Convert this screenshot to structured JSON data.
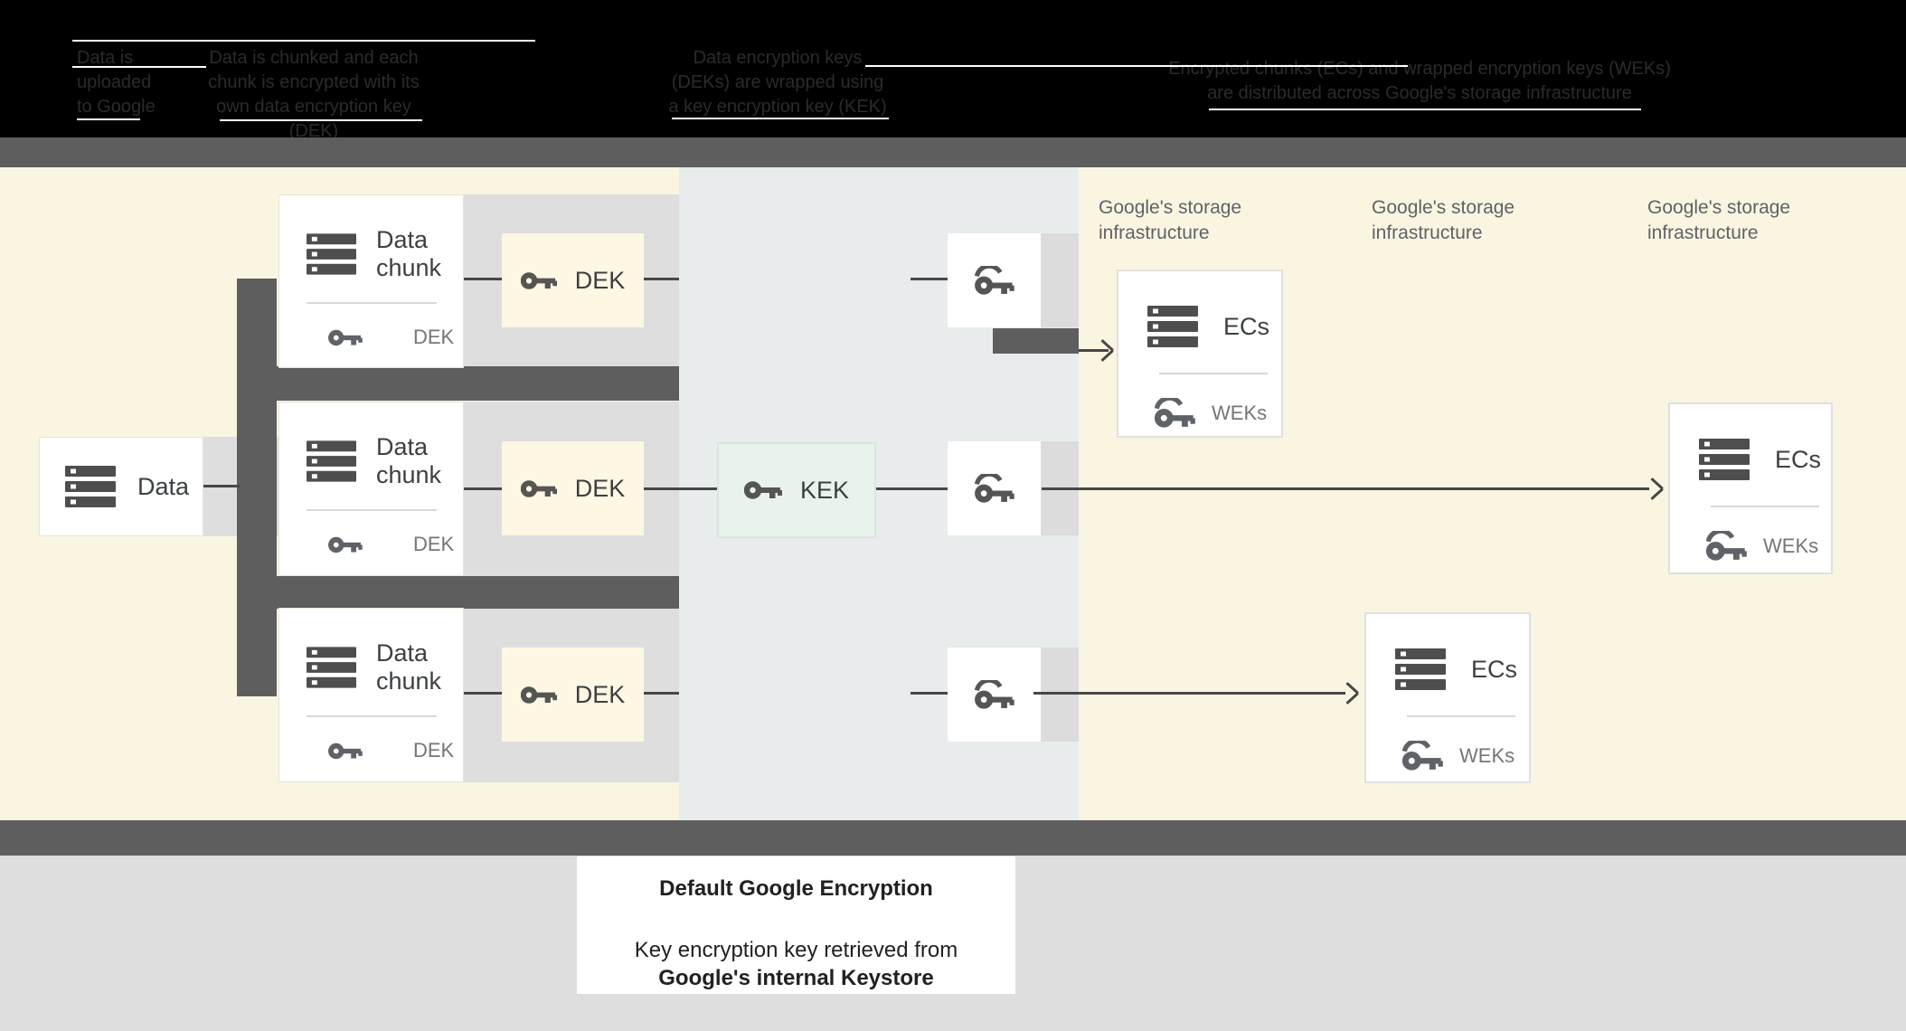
{
  "header": {
    "steps": [
      {
        "lines": [
          "Data is",
          "uploaded",
          "to Google"
        ]
      },
      {
        "lines": [
          "Data is chunked and each",
          "chunk is encrypted with its",
          "own data encryption key (DEK)"
        ]
      },
      {
        "lines": [
          "Data encryption keys",
          "(DEKs) are wrapped using",
          "a key encryption key (KEK)"
        ]
      },
      {
        "lines": [
          "Encrypted chunks (ECs) and wrapped encryption keys (WEKs)",
          "are distributed across Google's storage infrastructure"
        ]
      }
    ]
  },
  "diagram": {
    "data_box": {
      "label": "Data"
    },
    "chunks": [
      {
        "title": "Data chunk",
        "key": "DEK"
      },
      {
        "title": "Data chunk",
        "key": "DEK"
      },
      {
        "title": "Data chunk",
        "key": "DEK"
      }
    ],
    "deks": [
      {
        "label": "DEK"
      },
      {
        "label": "DEK"
      },
      {
        "label": "DEK"
      }
    ],
    "kek": {
      "label": "KEK"
    },
    "storage_labels": [
      {
        "line1": "Google's storage",
        "line2": "infrastructure"
      },
      {
        "line1": "Google's storage",
        "line2": "infrastructure"
      },
      {
        "line1": "Google's storage",
        "line2": "infrastructure"
      }
    ],
    "ecs": [
      {
        "title": "ECs",
        "key": "WEKs"
      },
      {
        "title": "ECs",
        "key": "WEKs"
      },
      {
        "title": "ECs",
        "key": "WEKs"
      }
    ]
  },
  "footer": {
    "title": "Default Google Encryption",
    "body_line1": "Key encryption key retrieved from",
    "body_line2": "Google's internal Keystore"
  },
  "colors": {
    "header_bg": "#000000",
    "bar_dark": "#5e5e5e",
    "background_yellow": "#faf5e1",
    "column_bluegray": "#e8eced",
    "panel_gray": "#dedede",
    "dek_cream": "#fdf7e3",
    "kek_green": "#e7f3eb",
    "text_dark": "#3c4043",
    "text_gray": "#757575"
  }
}
